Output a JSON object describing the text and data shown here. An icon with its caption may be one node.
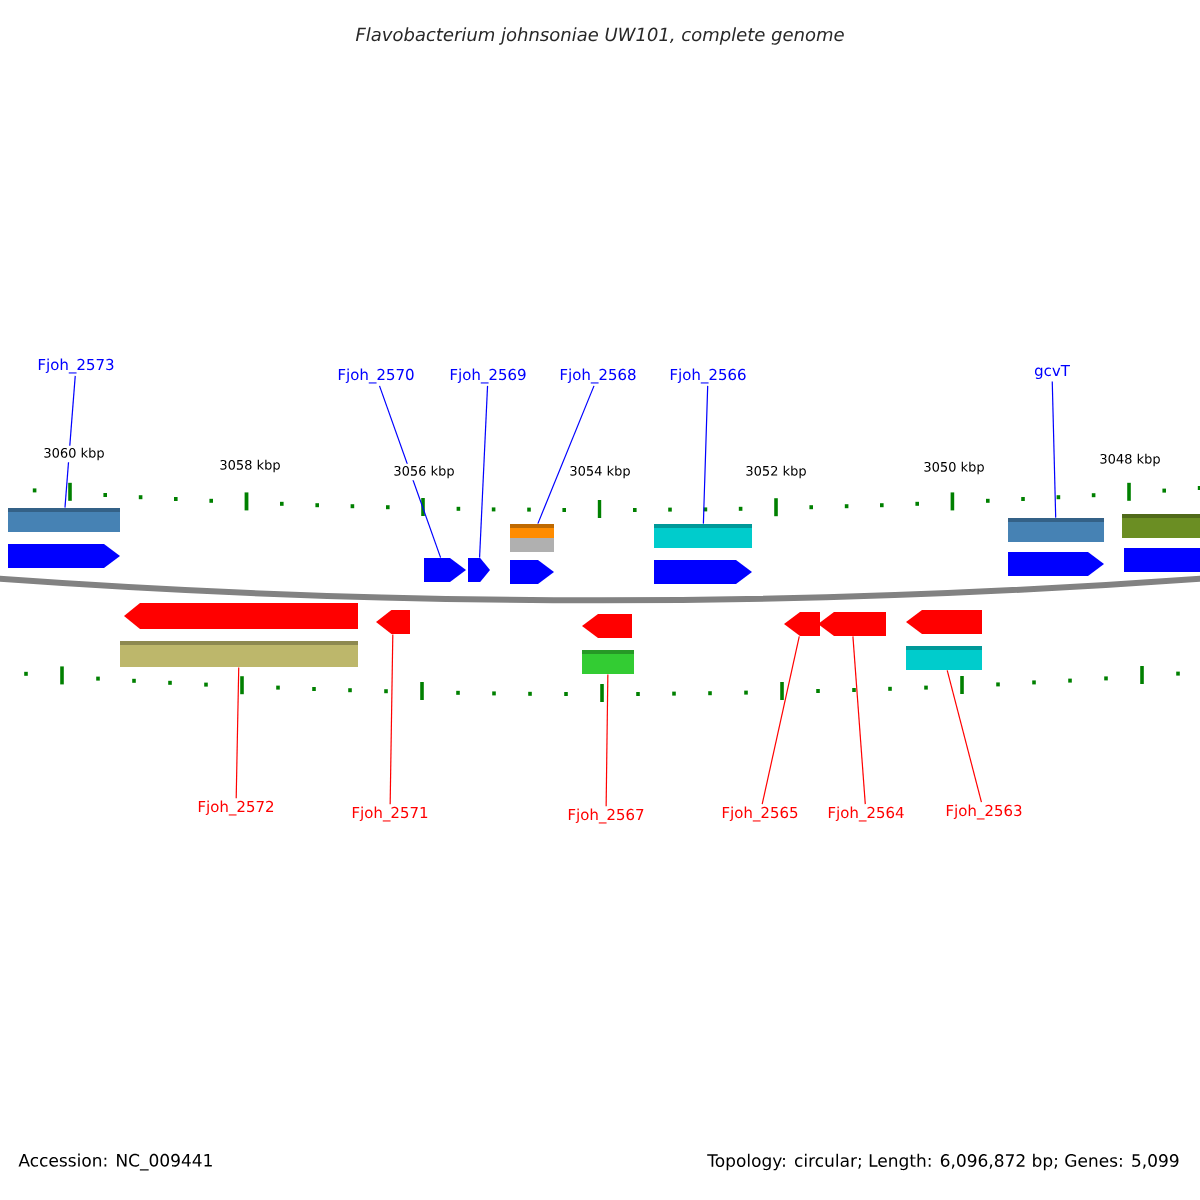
{
  "diagram": {
    "title": "Flavobacterium johnsoniae UW101, complete genome",
    "nodes": [
      {
        "text": [
          "Fjoh_2573"
        ]
      },
      {
        "text": [
          "Fjoh_2570"
        ]
      },
      {
        "text": [
          "Fjoh_2569"
        ]
      },
      {
        "text": [
          "Fjoh_2568"
        ]
      },
      {
        "text": [
          "Fjoh_2566"
        ]
      },
      {
        "text": [
          "gcvT"
        ]
      },
      {
        "text": [],
        "shape": "box"
      },
      {
        "text": [],
        "shape": "box"
      },
      {
        "text": [],
        "shape": "box"
      },
      {
        "text": [],
        "shape": "box"
      },
      {
        "text": [],
        "shape": "box"
      },
      {
        "text": [],
        "shape": "arrow"
      },
      {
        "text": [],
        "shape": "arrow"
      },
      {
        "text": [],
        "shape": "arrow"
      },
      {
        "text": [],
        "shape": "arrow"
      },
      {
        "text": [],
        "shape": "arrow"
      },
      {
        "text": [],
        "shape": "arrow"
      },
      {
        "text": [],
        "shape": "arrow"
      },
      {
        "text": [],
        "shape": "arrow"
      },
      {
        "text": [],
        "shape": "arrow"
      },
      {
        "text": [],
        "shape": "arrow"
      },
      {
        "text": [],
        "shape": "arrow"
      },
      {
        "text": [],
        "shape": "arrow"
      },
      {
        "text": [],
        "shape": "arrow"
      },
      {
        "text": [],
        "shape": "box"
      },
      {
        "text": [],
        "shape": "box"
      },
      {
        "text": [],
        "shape": "box"
      },
      {
        "text": [
          "Fjoh_2572"
        ]
      },
      {
        "text": [
          "Fjoh_2571"
        ]
      },
      {
        "text": [
          "Fjoh_2567"
        ]
      },
      {
        "text": [
          "Fjoh_2565"
        ]
      },
      {
        "text": [
          "Fjoh_2564"
        ]
      },
      {
        "text": [
          "Fjoh_2563"
        ]
      }
    ],
    "edges": [
      {
        "from": 0,
        "to": 6,
        "arrow": "none",
        "color": "#0000ff"
      },
      {
        "from": 1,
        "to": 12,
        "arrow": "none",
        "color": "#0000ff"
      },
      {
        "from": 2,
        "to": 13,
        "arrow": "none",
        "color": "#0000ff"
      },
      {
        "from": 3,
        "to": 7,
        "arrow": "none",
        "color": "#0000ff"
      },
      {
        "from": 4,
        "to": 8,
        "arrow": "none",
        "color": "#0000ff"
      },
      {
        "from": 5,
        "to": 9,
        "arrow": "none",
        "color": "#0000ff"
      },
      {
        "from": 27,
        "to": 24,
        "arrow": "none",
        "color": "#ff0000"
      },
      {
        "from": 28,
        "to": 19,
        "arrow": "none",
        "color": "#ff0000"
      },
      {
        "from": 29,
        "to": 25,
        "arrow": "none",
        "color": "#ff0000"
      },
      {
        "from": 30,
        "to": 21,
        "arrow": "none",
        "color": "#ff0000"
      },
      {
        "from": 31,
        "to": 22,
        "arrow": "none",
        "color": "#ff0000"
      },
      {
        "from": 32,
        "to": 26,
        "arrow": "none",
        "color": "#ff0000"
      }
    ],
    "labels": [
      "3060 kbp",
      "3058 kbp",
      "3056 kbp",
      "3054 kbp",
      "3052 kbp",
      "3050 kbp",
      "3048 kbp",
      "Accession: NC_009441",
      "Topology: circular; Length: 6,096,872 bp; Genes: 5,099"
    ]
  }
}
